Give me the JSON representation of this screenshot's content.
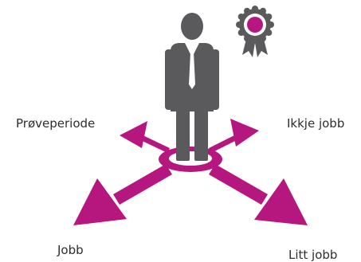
{
  "labels": {
    "top_left": "Prøveperiode",
    "top_right": "Ikkje jobb",
    "bottom_left": "Jobb",
    "bottom_right": "Litt jobb"
  },
  "colors": {
    "accent": "#B5177F",
    "figure": "#5A5A5C",
    "text": "#2D2D2D"
  },
  "icons": [
    "person-icon",
    "award-rosette-icon",
    "tie-icon"
  ]
}
